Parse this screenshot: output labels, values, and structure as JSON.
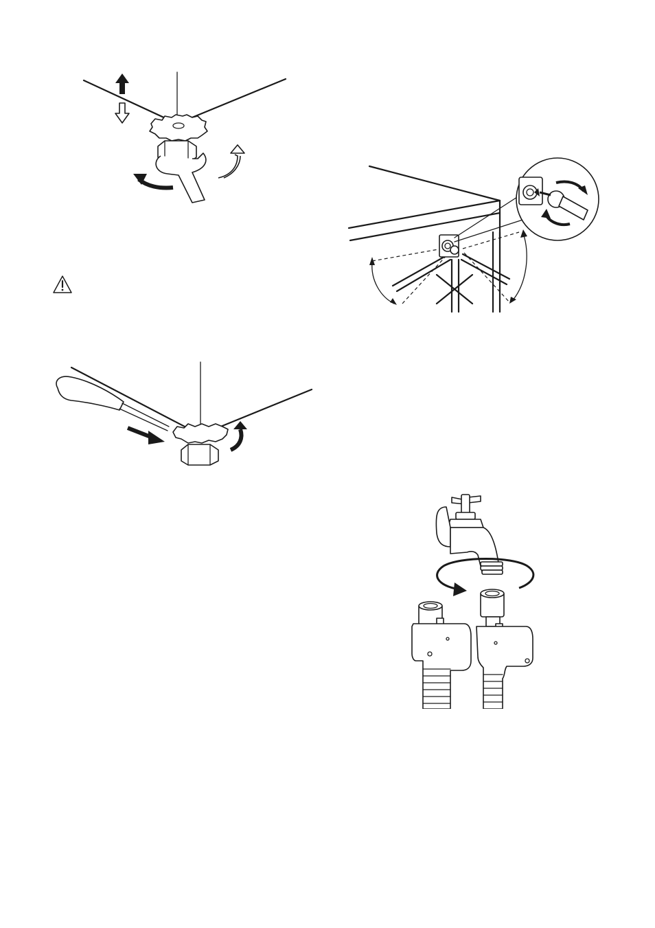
{
  "page": {
    "background": "#ffffff",
    "ink": "#1a1a1a"
  },
  "figures": {
    "foot_wrench": {
      "icon": "adjustable-foot-with-wrench"
    },
    "warning": {
      "icon": "warning-triangle-icon"
    },
    "foot_screwdriver": {
      "icon": "adjustable-foot-with-screwdriver"
    },
    "hose_angle": {
      "icon": "inlet-hose-angle-connection"
    },
    "tap_connection": {
      "icon": "hose-to-tap-connection"
    }
  }
}
